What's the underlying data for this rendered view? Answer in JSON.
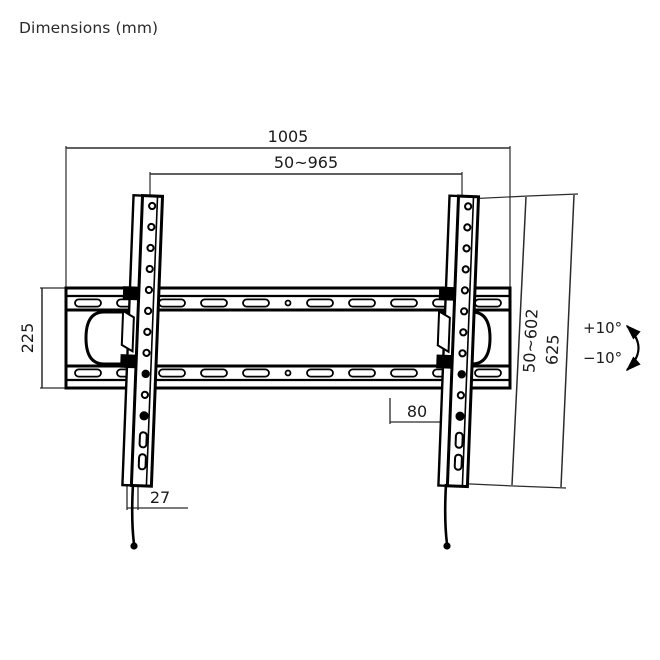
{
  "title": "Dimensions (mm)",
  "units": "mm",
  "drawing": {
    "subject": "tilting-tv-wall-mount-bracket",
    "view": "front-elevation",
    "stroke_color": "#000000",
    "background_color": "#ffffff"
  },
  "dimensions": {
    "overall_width": {
      "label": "1005",
      "name": "overall-width",
      "placement": "top"
    },
    "mounting_width_range": {
      "label": "50~965",
      "name": "vesa-horizontal-range",
      "placement": "top"
    },
    "plate_height": {
      "label": "225",
      "name": "wall-plate-height",
      "placement": "left",
      "rotated": true
    },
    "vesa_vertical_range": {
      "label": "50~602",
      "name": "vesa-vertical-range",
      "placement": "right",
      "rotated": true
    },
    "rail_length": {
      "label": "625",
      "name": "rail-length",
      "placement": "right",
      "rotated": true
    },
    "depth": {
      "label": "80",
      "name": "mount-depth",
      "placement": "inline"
    },
    "profile_depth": {
      "label": "27",
      "name": "profile-depth",
      "placement": "bottom-left"
    }
  },
  "tilt": {
    "name": "tilt-range",
    "up_label": "+10°",
    "down_label": "−10°",
    "arrow": "double-headed-arc"
  }
}
